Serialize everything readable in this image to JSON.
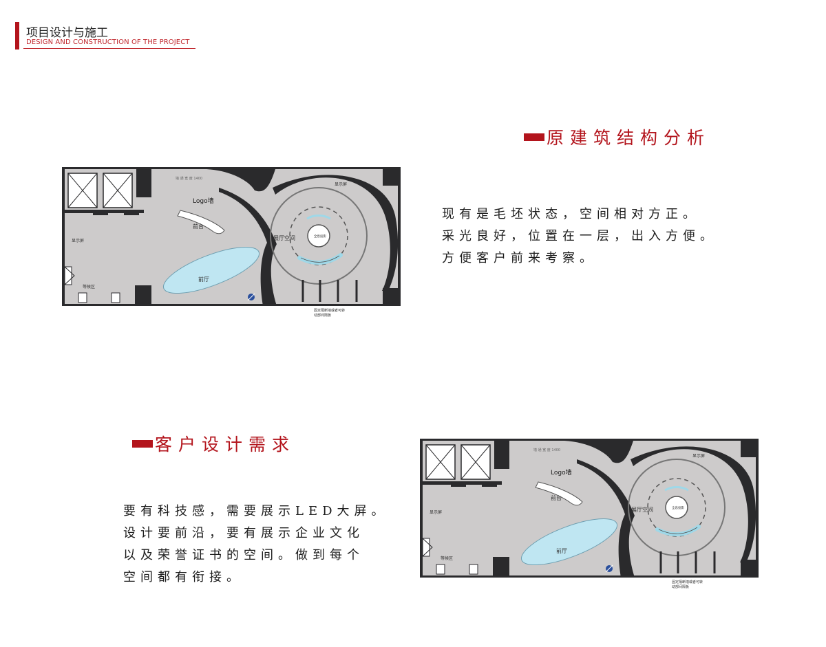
{
  "header": {
    "title": "项目设计与施工",
    "subtitle": "DESIGN AND CONSTRUCTION OF THE PROJECT"
  },
  "section1": {
    "heading": "原建筑结构分析",
    "lines": [
      "现有是毛坯状态，空间相对方正。",
      "采光良好，位置在一层，出入方便。",
      "方便客户前来考察。"
    ]
  },
  "section2": {
    "heading": "客户设计需求",
    "lines": [
      "要有科技感，需要展示LED大屏。",
      "设计要前沿，要有展示企业文化",
      "以及荣誉证书的空间。做到每个",
      "空间都有衔接。"
    ]
  },
  "floor_plan": {
    "logo_wall": "Logo墙",
    "front_desk": "前台",
    "front_hall": "前厅",
    "exhibition_space": "展厅空间",
    "projection": "全息投影",
    "display_screen_left": "显示屏",
    "display_screen_right": "显示屏",
    "waiting_area": "等候区",
    "top_note": "墙 通 宽 度 1400",
    "bottom_note_line1": "固定隔断墙或者可转",
    "bottom_note_line2": "动部间隔板"
  },
  "colors": {
    "accent": "#b3141c",
    "floor": "#cdcbcb",
    "wall": "#2a2a2c",
    "glass": "#bfe6f2"
  }
}
